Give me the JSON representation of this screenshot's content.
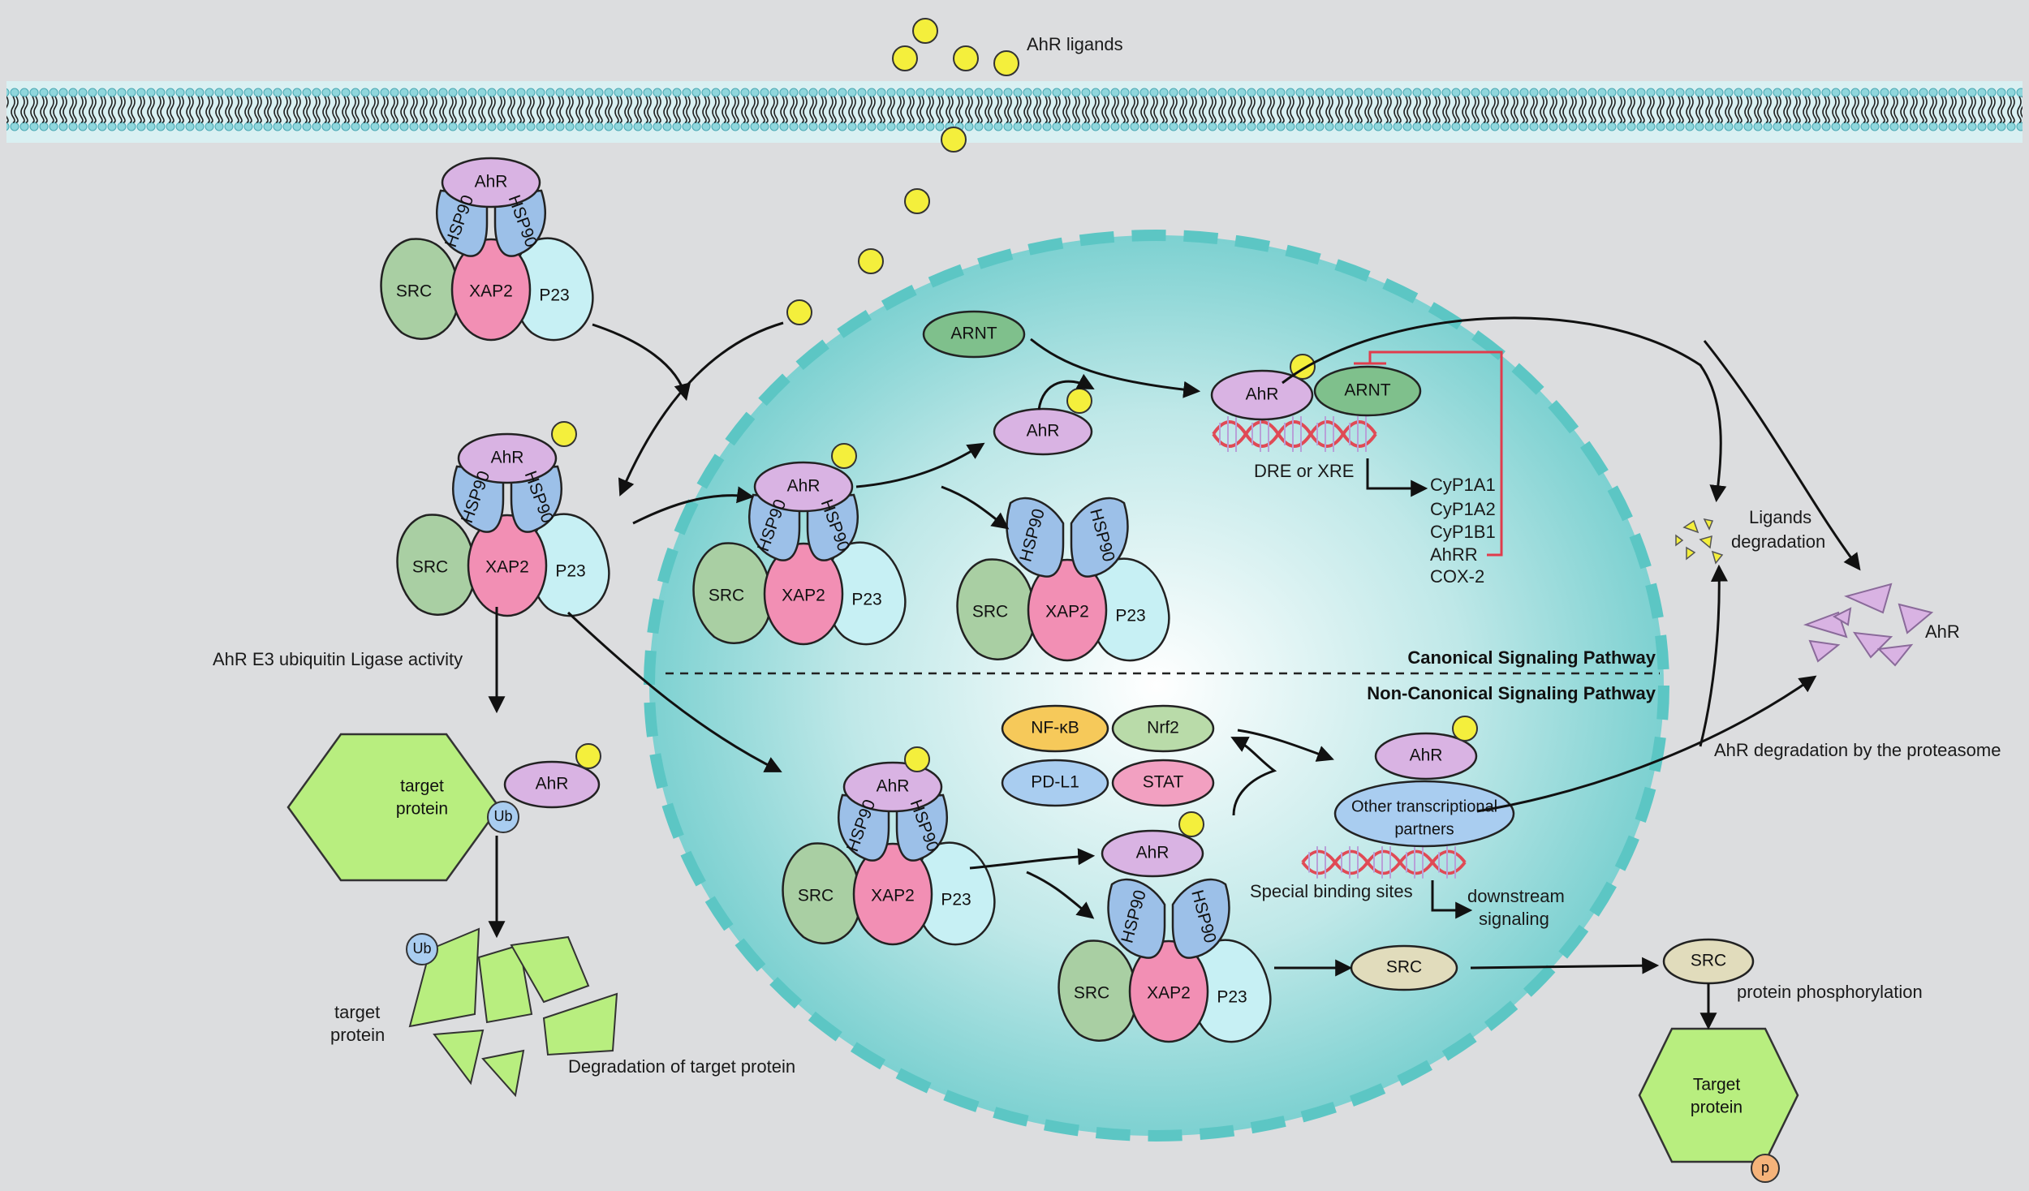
{
  "colors": {
    "background": "#dcdddf",
    "membrane": "#8fd6dc",
    "nucleus": "#7ecfd1",
    "nucleus_outline": "#5cc6c4",
    "ahr": "#d9b3e3",
    "hsp90": "#9cc0e8",
    "xap2": "#f28fb4",
    "src": "#a9cfa3",
    "p23": "#c7f0f4",
    "arnt": "#7fc08c",
    "ligand": "#f4ef3c",
    "target": "#b8ee7f",
    "nfkb": "#f6c95a",
    "nrf2": "#b9dba9",
    "pdl1": "#a9cdf0",
    "stat": "#f2a0c1",
    "feedback": "#e03c4c"
  },
  "labels": {
    "ahr_ligands": "AhR ligands",
    "arnt": "ARNT",
    "dre_xre": "DRE or XRE",
    "genes": [
      "CyP1A1",
      "CyP1A2",
      "CyP1B1",
      "AhRR",
      "COX-2"
    ],
    "ligands_degradation_1": "Ligands",
    "ligands_degradation_2": "degradation",
    "ahr_fragments": "AhR",
    "canonical": "Canonical Signaling Pathway",
    "non_canonical": "Non-Canonical Signaling Pathway",
    "e3_activity": "AhR E3 ubiquitin Ligase activity",
    "target_protein_1": "target",
    "target_protein_2": "protein",
    "ub": "Ub",
    "degradation_target": "Degradation of target protein",
    "nfkb": "NF-κB",
    "nrf2": "Nrf2",
    "pdl1": "PD-L1",
    "stat": "STAT",
    "other_partners_1": "Other transcriptional",
    "other_partners_2": "partners",
    "special_sites": "Special binding sites",
    "downstream_1": "downstream",
    "downstream_2": "signaling",
    "proteasome": "AhR degradation by the proteasome",
    "src": "SRC",
    "phosphorylation": "protein phosphorylation",
    "target_cap_1": "Target",
    "target_cap_2": "protein",
    "p": "p"
  },
  "complex": {
    "ahr": "AhR",
    "hsp90": "HSP90",
    "xap2": "XAP2",
    "src": "SRC",
    "p23": "P23"
  }
}
